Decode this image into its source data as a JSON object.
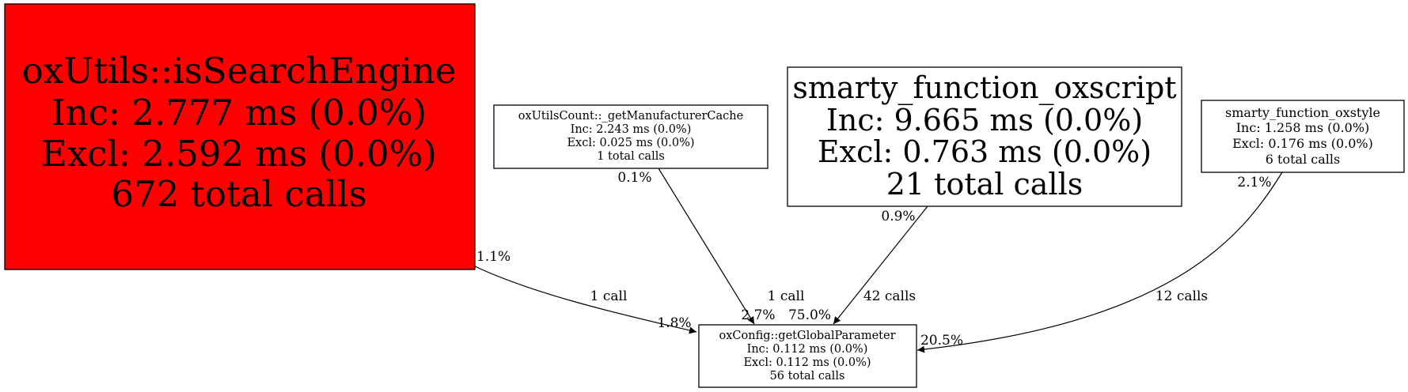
{
  "colors": {
    "hot_node": "#ff0000",
    "node": "#ffffff",
    "stroke": "#000000"
  },
  "nodes": {
    "is_search_engine": {
      "name": "oxUtils::isSearchEngine",
      "inc": "Inc: 2.777 ms (0.0%)",
      "excl": "Excl: 2.592 ms (0.0%)",
      "calls": "672 total calls"
    },
    "manufacturer_cache": {
      "name": "oxUtilsCount::_getManufacturerCache",
      "inc": "Inc: 2.243 ms (0.0%)",
      "excl": "Excl: 0.025 ms (0.0%)",
      "calls": "1 total calls"
    },
    "oxscript": {
      "name": "smarty_function_oxscript",
      "inc": "Inc: 9.665 ms (0.0%)",
      "excl": "Excl: 0.763 ms (0.0%)",
      "calls": "21 total calls"
    },
    "oxstyle": {
      "name": "smarty_function_oxstyle",
      "inc": "Inc: 1.258 ms (0.0%)",
      "excl": "Excl: 0.176 ms (0.0%)",
      "calls": "6 total calls"
    },
    "get_global_parameter": {
      "name": "oxConfig::getGlobalParameter",
      "inc": "Inc: 0.112 ms (0.0%)",
      "excl": "Excl: 0.112 ms (0.0%)",
      "calls": "56 total calls"
    }
  },
  "edges": [
    {
      "from": "oxUtils::isSearchEngine",
      "to": "oxConfig::getGlobalParameter",
      "tail": "1.1%",
      "label": "1 call",
      "head": "1.8%"
    },
    {
      "from": "oxUtilsCount::_getManufacturerCache",
      "to": "oxConfig::getGlobalParameter",
      "tail": "0.1%",
      "label": "1 call",
      "head": "2.7%"
    },
    {
      "from": "smarty_function_oxscript",
      "to": "oxConfig::getGlobalParameter",
      "tail": "0.9%",
      "label": "42 calls",
      "head": "75.0%"
    },
    {
      "from": "smarty_function_oxstyle",
      "to": "oxConfig::getGlobalParameter",
      "tail": "2.1%",
      "label": "12 calls",
      "head": "20.5%"
    }
  ]
}
